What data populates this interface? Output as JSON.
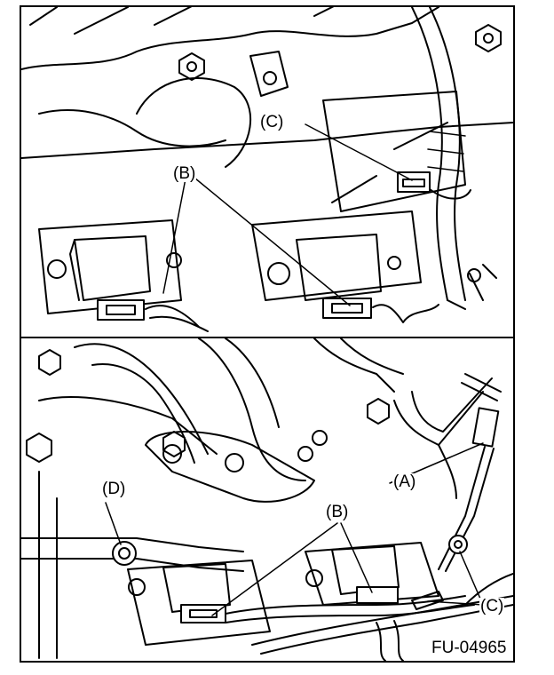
{
  "figure": {
    "id": "FU-04965",
    "top_panel": {
      "callouts": [
        {
          "key": "c_top",
          "text": "(C)"
        },
        {
          "key": "b_top",
          "text": "(B)"
        }
      ]
    },
    "bottom_panel": {
      "callouts": [
        {
          "key": "a_bot",
          "text": "(A)"
        },
        {
          "key": "d_bot",
          "text": "(D)"
        },
        {
          "key": "b_bot",
          "text": "(B)"
        },
        {
          "key": "c_bot",
          "text": "(C)"
        }
      ]
    }
  }
}
